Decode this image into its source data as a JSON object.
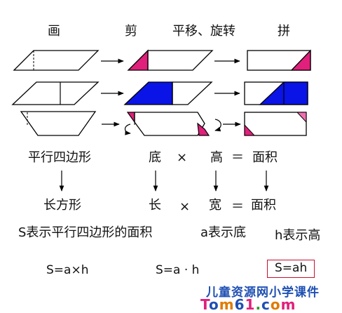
{
  "headers": {
    "draw": "画",
    "cut": "剪",
    "move": "平移、旋转",
    "join": "拼"
  },
  "row1": {
    "parallelogram": "平行四边形",
    "base": "底",
    "times": "×",
    "height": "高",
    "equals": "＝",
    "area": "面积"
  },
  "row2": {
    "rectangle": "长方形",
    "length": "长",
    "times": "×",
    "width": "宽",
    "equals": "＝",
    "area": "面积"
  },
  "legend": {
    "s_area": "S表示平行四边形的面积",
    "a_base": "a表示底",
    "h_height": "h表示高"
  },
  "formulas": {
    "f1": "S=a×h",
    "f2": "S=a · h",
    "f3": "S=ah"
  },
  "watermark": {
    "cn": "儿童资源网小学课件",
    "en": "Tom61.com"
  },
  "colors": {
    "pink": "#e0207a",
    "blue": "#0a14e6",
    "outline": "#000000",
    "box": "#c8102e"
  }
}
